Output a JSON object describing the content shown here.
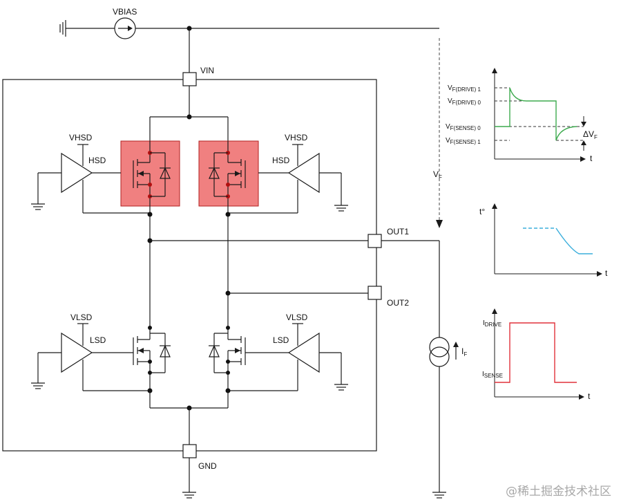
{
  "labels": {
    "vbias": "VBIAS",
    "vin": "VIN",
    "gnd": "GND",
    "out1": "OUT1",
    "out2": "OUT2",
    "vhsd": "VHSD",
    "vlsd": "VLSD",
    "hsd": "HSD",
    "lsd": "LSD",
    "vf_main": "V",
    "vf_main_sub": "F",
    "if_main": "I",
    "if_main_sub": "F"
  },
  "graphs": {
    "voltage": {
      "axis_t": "t",
      "vf_drive1": "V",
      "vf_drive1_sub": "F(DRIVE) 1",
      "vf_drive0": "V",
      "vf_drive0_sub": "F(DRIVE) 0",
      "vf_sense0": "V",
      "vf_sense0_sub": "F(SENSE) 0",
      "vf_sense1": "V",
      "vf_sense1_sub": "F(SENSE) 1",
      "delta": "ΔV",
      "delta_sub": "F",
      "trace_color": "#3daa4e"
    },
    "temperature": {
      "axis_y": "t°",
      "axis_t": "t",
      "trace_color": "#3aaedc"
    },
    "current": {
      "axis_t": "t",
      "i_drive": "I",
      "i_drive_sub": "DRIVE",
      "i_sense": "I",
      "i_sense_sub": "SENSE",
      "trace_color": "#e0313a"
    }
  },
  "colors": {
    "highlight_fill": "#f08080",
    "highlight_border": "#b02020",
    "wire": "#1a1a1a"
  },
  "watermark": "@稀土掘金技术社区"
}
